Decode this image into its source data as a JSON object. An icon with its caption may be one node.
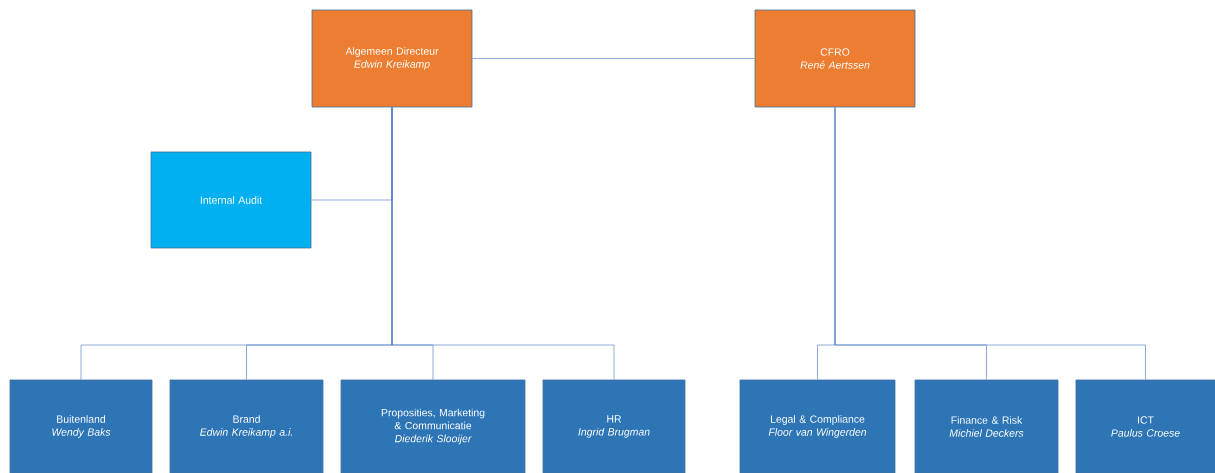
{
  "diagram": {
    "nodes": [
      {
        "text": [
          "Algemeen Directeur",
          "Edwin Kreikamp"
        ]
      },
      {
        "text": [
          "CFRO",
          "René Aertssen"
        ]
      },
      {
        "text": [
          "Internal Audit"
        ]
      },
      {
        "text": [
          "Buitenland",
          "Wendy Baks"
        ]
      },
      {
        "text": [
          "Brand",
          "Edwin Kreikamp a.i."
        ]
      },
      {
        "text": [
          "Proposities, Marketing & Communicatie",
          "Diederik Slooijer"
        ]
      },
      {
        "text": [
          "HR",
          "Ingrid Brugman"
        ]
      },
      {
        "text": [
          "Legal & Compliance",
          "Floor van Wingerden"
        ]
      },
      {
        "text": [
          "Finance & Risk",
          "Michiel Deckers"
        ]
      },
      {
        "text": [
          "ICT",
          "Paulus Croese"
        ]
      }
    ],
    "edges": [
      {
        "from": 0,
        "to": 1,
        "arrow": "none"
      },
      {
        "from": 0,
        "to": 2,
        "arrow": "none"
      },
      {
        "from": 0,
        "to": 3,
        "arrow": "none"
      },
      {
        "from": 0,
        "to": 4,
        "arrow": "none"
      },
      {
        "from": 0,
        "to": 5,
        "arrow": "none"
      },
      {
        "from": 0,
        "to": 6,
        "arrow": "none"
      },
      {
        "from": 1,
        "to": 7,
        "arrow": "none"
      },
      {
        "from": 1,
        "to": 8,
        "arrow": "none"
      },
      {
        "from": 1,
        "to": 9,
        "arrow": "none"
      }
    ]
  }
}
